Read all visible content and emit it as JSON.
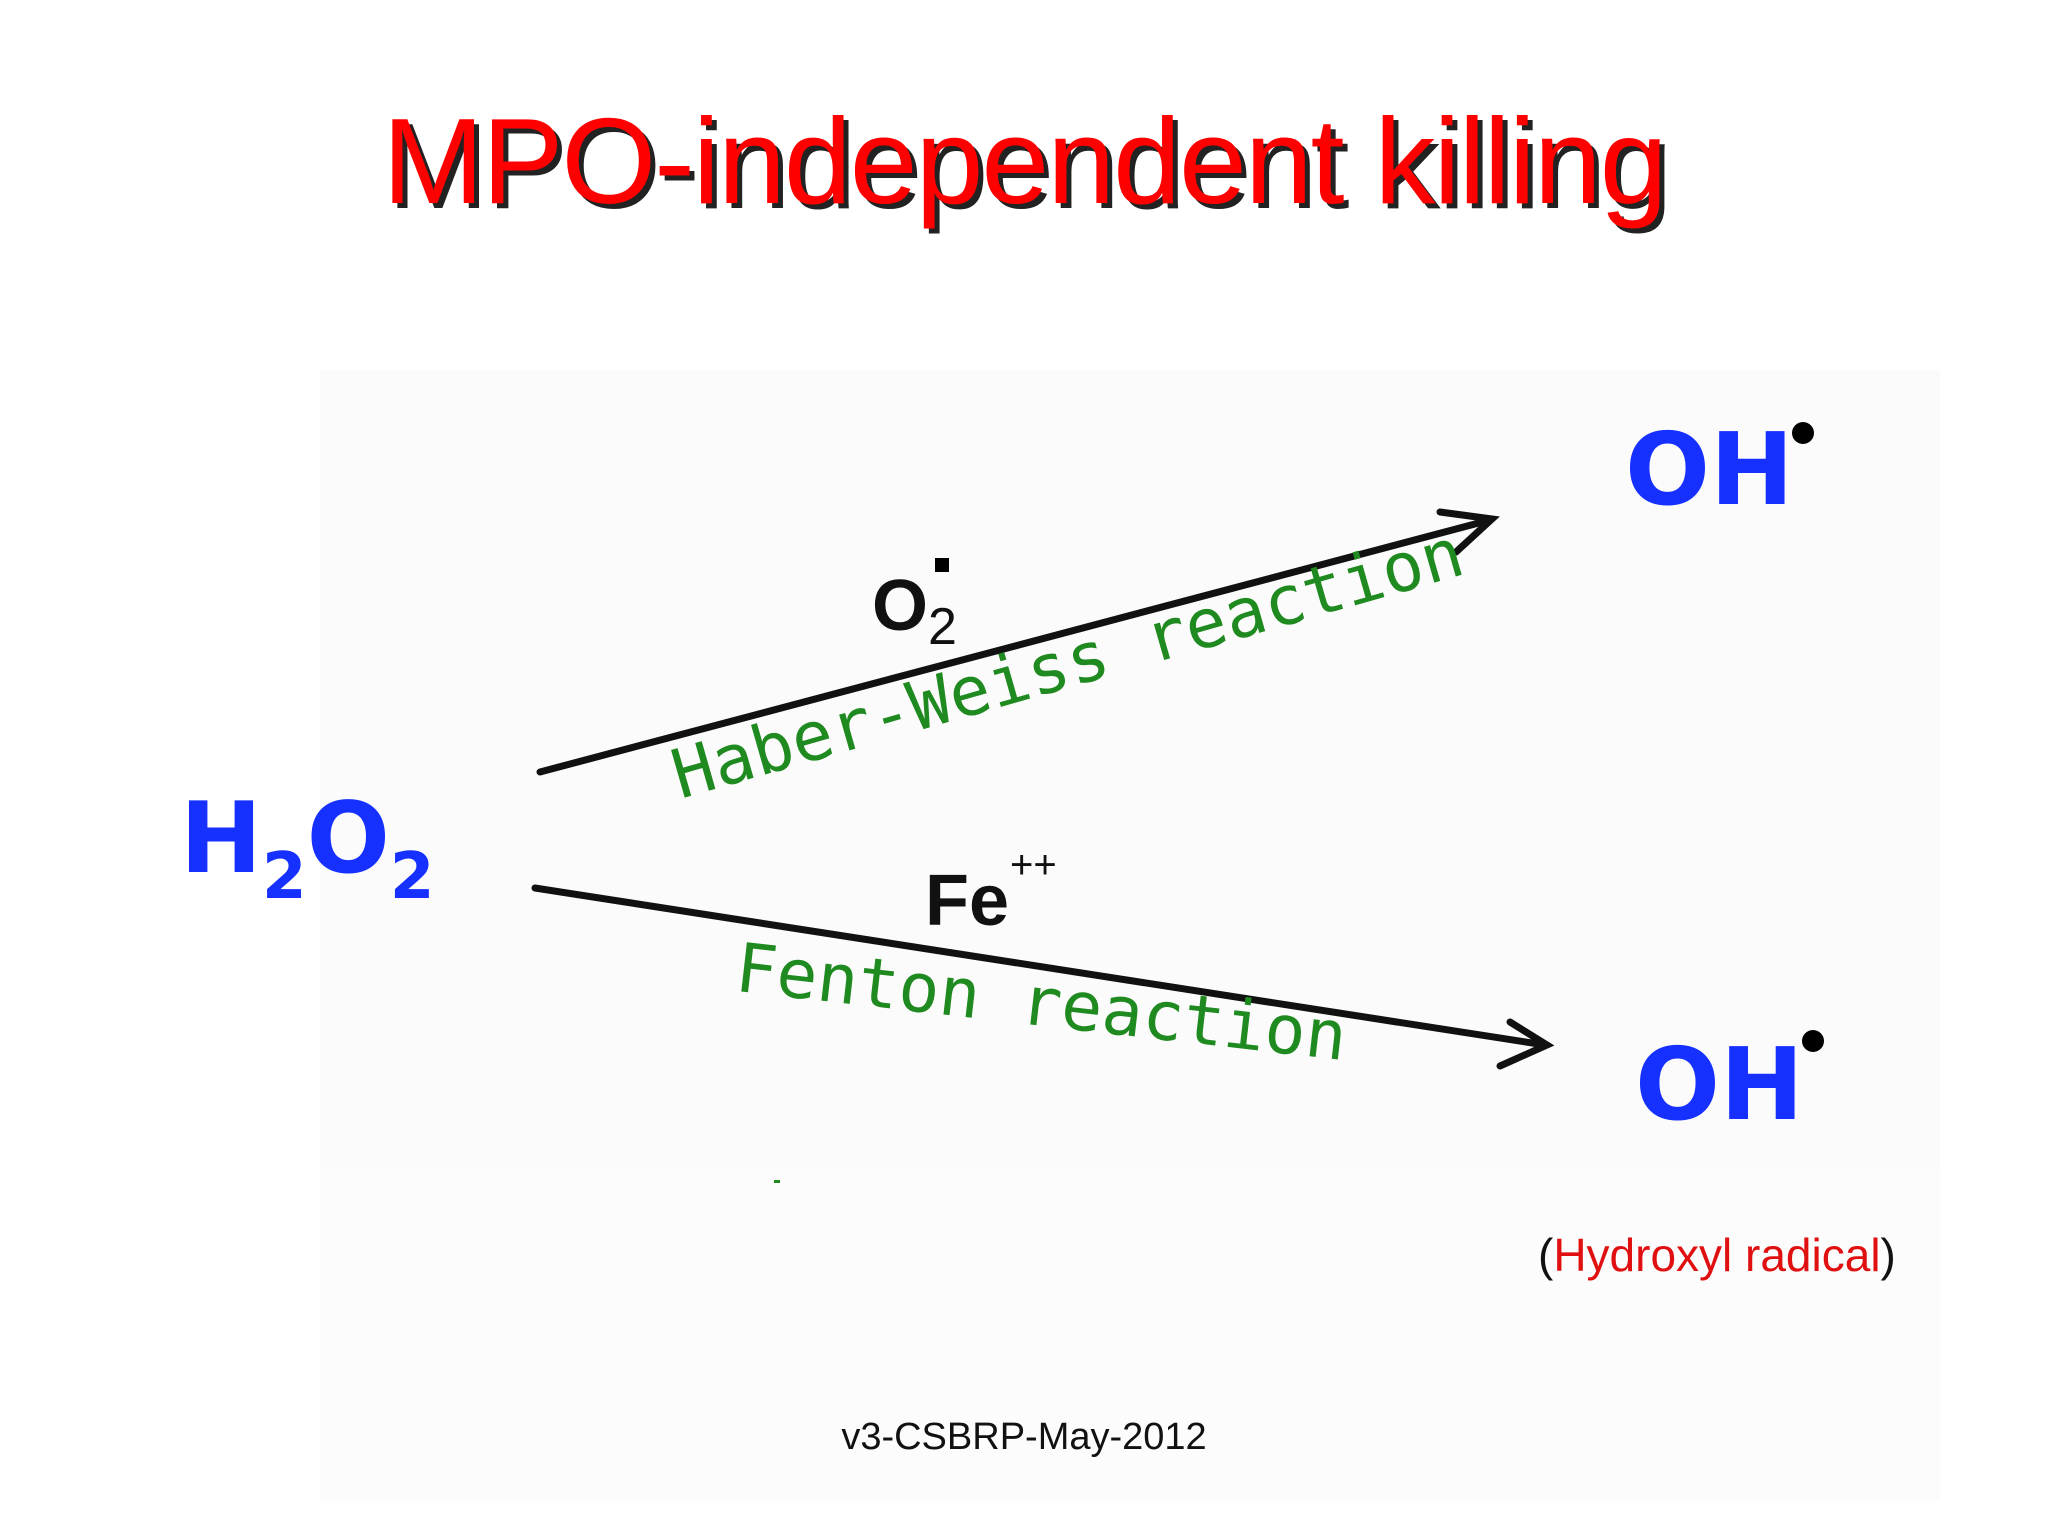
{
  "slide": {
    "title": "MPO-independent killing",
    "reactant": {
      "main": "H",
      "sub1": "2",
      "mid": "O",
      "sub2": "2"
    },
    "product_top": "OH",
    "product_bottom": "OH",
    "upper_path": {
      "catalyst_main": "O",
      "catalyst_sub": "2",
      "reaction_name": "Haber-Weiss reaction"
    },
    "lower_path": {
      "catalyst_main": "Fe",
      "catalyst_sup": "++",
      "reaction_name": "Fenton reaction"
    },
    "note": {
      "open": "(",
      "text": "Hydroxyl radical",
      "close": ")"
    },
    "footer": "v3-CSBRP-May-2012"
  },
  "colors": {
    "title": "#ff0000",
    "species": "#1530ff",
    "reaction_label": "#1f8a1f",
    "note": "#e01010",
    "arrow": "#111111"
  }
}
